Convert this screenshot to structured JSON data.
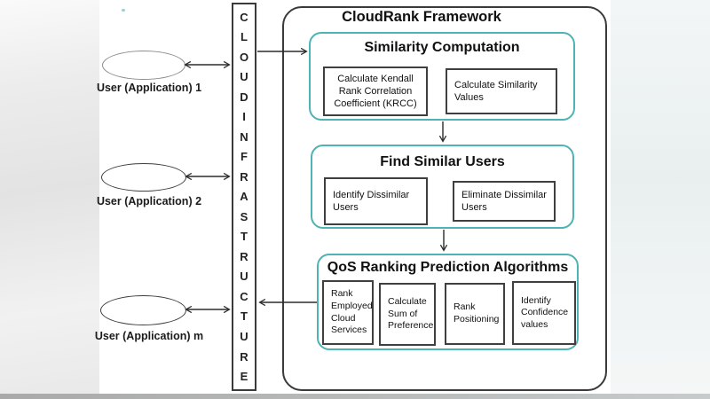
{
  "framework": {
    "title": "CloudRank Framework"
  },
  "infrastructure": {
    "text": "CLOUD INFRASTRUCTURE",
    "letters": [
      "C",
      "L",
      "O",
      "U",
      "D",
      "I",
      "N",
      "F",
      "R",
      "A",
      "S",
      "T",
      "R",
      "U",
      "C",
      "T",
      "U",
      "R",
      "E"
    ]
  },
  "users": [
    {
      "label": "User (Application) 1"
    },
    {
      "label": "User (Application) 2"
    },
    {
      "label": "User (Application) m"
    }
  ],
  "modules": [
    {
      "title": "Similarity Computation",
      "items": [
        "Calculate Kendall Rank Correlation Coefficient (KRCC)",
        "Calculate Similarity Values"
      ]
    },
    {
      "title": "Find Similar Users",
      "items": [
        "Identify Dissimilar Users",
        "Eliminate Dissimilar Users"
      ]
    },
    {
      "title": "QoS Ranking Prediction Algorithms",
      "items": [
        "Rank Employed Cloud Services",
        "Calculate Sum of Preference",
        "Rank Positioning",
        "Identify Confidence values"
      ]
    }
  ],
  "colors": {
    "module_border": "#4db3b3",
    "box_border": "#3a3a3a",
    "arrow": "#2b2b2b"
  }
}
